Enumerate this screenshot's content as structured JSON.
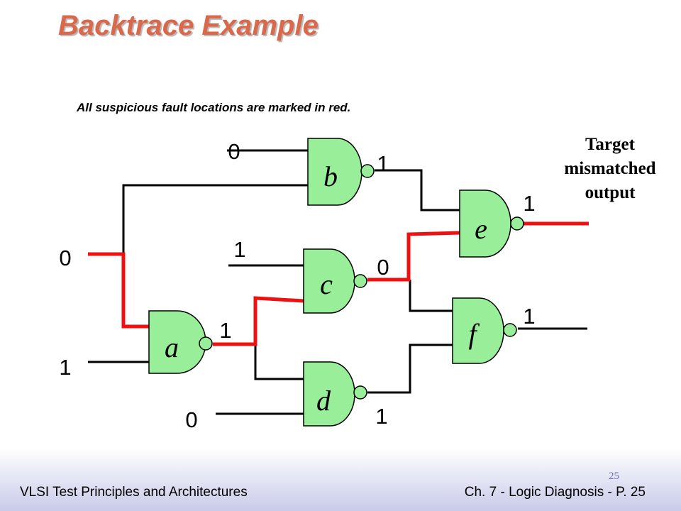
{
  "slide": {
    "title": "Backtrace Example",
    "subtitle": "All suspicious fault locations are marked in red.",
    "target_label": "Target\nmismatched\noutput",
    "page_number": "25"
  },
  "footer": {
    "left": "VLSI Test Principles and Architectures",
    "right": "Ch. 7 - Logic Diagnosis  - P. 25"
  },
  "colors": {
    "gate_fill": "#99ee99",
    "fault_wire": "#ee1111",
    "normal_wire": "#000000",
    "bubble_fill": "#99ee99",
    "title": "#d9694a"
  },
  "gates": [
    {
      "id": "a",
      "label": "a"
    },
    {
      "id": "b",
      "label": "b"
    },
    {
      "id": "c",
      "label": "c"
    },
    {
      "id": "d",
      "label": "d"
    },
    {
      "id": "e",
      "label": "e"
    },
    {
      "id": "f",
      "label": "f"
    }
  ],
  "values": [
    {
      "id": "in-a-top",
      "text": "0"
    },
    {
      "id": "in-a-bottom",
      "text": "1"
    },
    {
      "id": "in-b-top",
      "text": "0"
    },
    {
      "id": "out-b",
      "text": "1"
    },
    {
      "id": "in-c-top",
      "text": "1"
    },
    {
      "id": "out-a",
      "text": "1"
    },
    {
      "id": "out-c",
      "text": "0"
    },
    {
      "id": "in-d-bottom",
      "text": "0"
    },
    {
      "id": "out-d",
      "text": "1"
    },
    {
      "id": "out-e",
      "text": "1"
    },
    {
      "id": "out-f",
      "text": "1"
    }
  ]
}
